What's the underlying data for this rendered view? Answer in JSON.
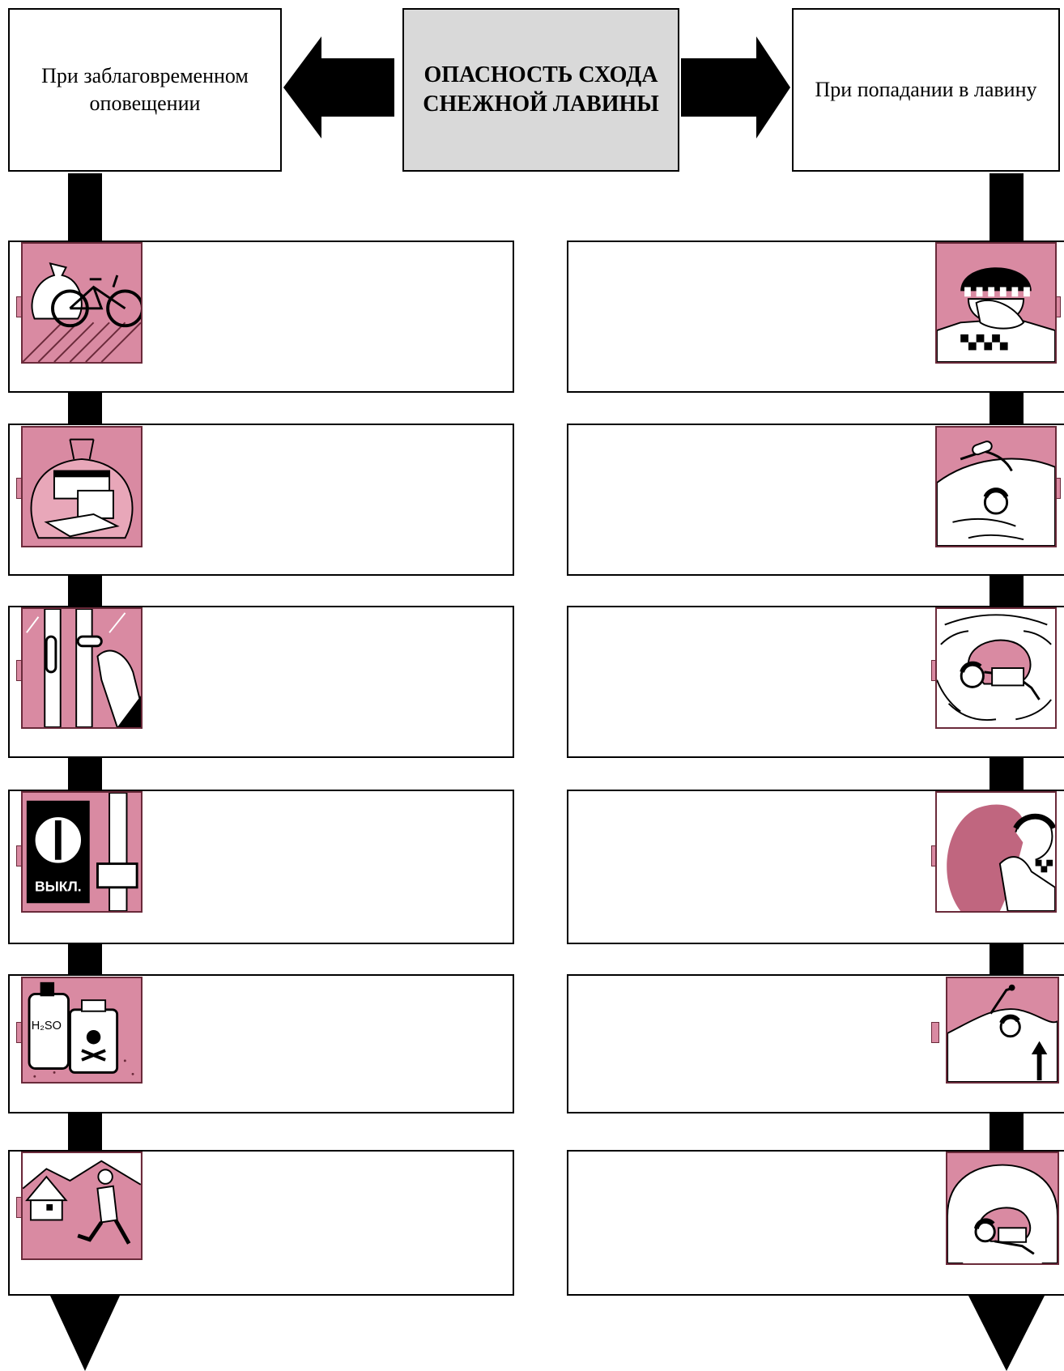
{
  "header": {
    "center_title": "ОПАСНОСТЬ СХОДА СНЕЖНОЙ ЛАВИНЫ",
    "left_title": "При заблаговременном оповещении",
    "right_title": "При попадании в лавину"
  },
  "colors": {
    "icon_fill": "#d98aa2",
    "header_center_fill": "#d9d9d9"
  },
  "left_column": {
    "items": [
      {
        "icon": "bag-and-bicycle-icon",
        "text": ""
      },
      {
        "icon": "packed-valuables-bag-icon",
        "text": ""
      },
      {
        "icon": "closing-window-icon",
        "text": ""
      },
      {
        "icon": "switch-off-utilities-icon",
        "icon_label": "ВЫКЛ.",
        "text": ""
      },
      {
        "icon": "chemicals-poison-icon",
        "icon_label": "H₂SO",
        "text": ""
      },
      {
        "icon": "running-from-house-icon",
        "text": ""
      }
    ]
  },
  "right_column": {
    "items": [
      {
        "icon": "cover-face-icon",
        "text": ""
      },
      {
        "icon": "swimming-in-snow-icon",
        "text": ""
      },
      {
        "icon": "curled-up-person-icon",
        "text": ""
      },
      {
        "icon": "create-air-space-icon",
        "text": ""
      },
      {
        "icon": "dig-upward-icon",
        "text": ""
      },
      {
        "icon": "wait-for-rescue-icon",
        "text": ""
      }
    ]
  }
}
